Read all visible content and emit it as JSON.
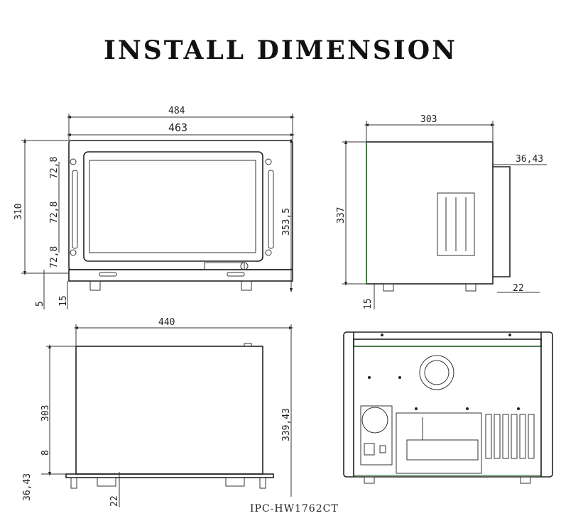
{
  "title": "INSTALL DIMENSION",
  "model": "IPC-HW1762CT",
  "front_view": {
    "overall_width": "484",
    "inner_width": "463",
    "height": "310",
    "hole_pitch_top": "72,8",
    "hole_pitch_mid": "72,8",
    "hole_pitch_bottom": "72,8",
    "total_height": "353,5",
    "gap": "5",
    "foot": "15"
  },
  "side_view": {
    "depth": "303",
    "handle": "36,43",
    "height": "337",
    "rear_foot": "22",
    "foot": "15"
  },
  "top_view": {
    "width": "440",
    "depth": "303",
    "offset": "8",
    "handle": "36,43",
    "total_depth": "339,43",
    "foot": "22"
  },
  "colors": {
    "line": "#222222",
    "accent": "#2e7d32"
  }
}
